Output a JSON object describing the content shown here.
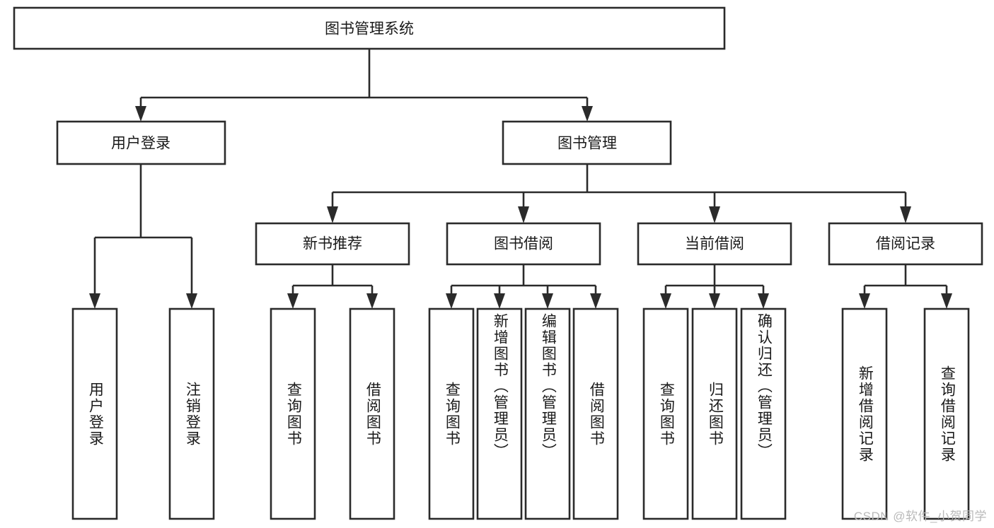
{
  "diagram": {
    "title": "图书管理系统",
    "type": "tree-hierarchy",
    "orientation": "top-down",
    "colors": {
      "box_stroke": "#2b2b2b",
      "box_fill": "#ffffff",
      "text": "#1a1a1a",
      "background": "#ffffff",
      "watermark": "#b9b9b9"
    },
    "root": {
      "label": "图书管理系统",
      "children": [
        {
          "label": "用户登录",
          "children": [
            {
              "label": "用户登录"
            },
            {
              "label": "注销登录"
            }
          ]
        },
        {
          "label": "图书管理",
          "children": [
            {
              "label": "新书推荐",
              "children": [
                {
                  "label": "查询图书"
                },
                {
                  "label": "借阅图书"
                }
              ]
            },
            {
              "label": "图书借阅",
              "children": [
                {
                  "label": "查询图书"
                },
                {
                  "label": "新增图书（管理员）"
                },
                {
                  "label": "编辑图书（管理员）"
                },
                {
                  "label": "借阅图书"
                }
              ]
            },
            {
              "label": "当前借阅",
              "children": [
                {
                  "label": "查询图书"
                },
                {
                  "label": "归还图书"
                },
                {
                  "label": "确认归还（管理员）"
                }
              ]
            },
            {
              "label": "借阅记录",
              "children": [
                {
                  "label": "新增借阅记录"
                },
                {
                  "label": "查询借阅记录"
                }
              ]
            }
          ]
        }
      ]
    }
  },
  "watermark": {
    "text": "CSDN @软件_小贺同学"
  }
}
